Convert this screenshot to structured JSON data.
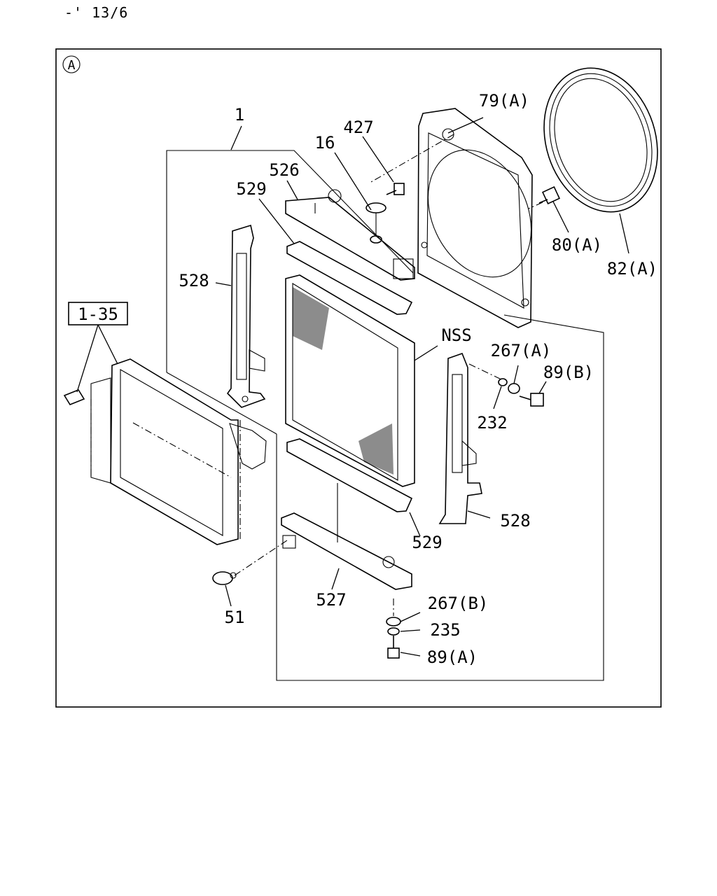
{
  "header": {
    "code": "-' 13/6"
  },
  "diagram": {
    "section_marker": "A",
    "group_box_label": "1-35",
    "labels": {
      "p1": "1",
      "p16": "16",
      "p427": "427",
      "p79a": "79(A)",
      "p526": "526",
      "p529_top": "529",
      "p80a": "80(A)",
      "p82a": "82(A)",
      "p528_left": "528",
      "nss": "NSS",
      "p267a": "267(A)",
      "p89b": "89(B)",
      "p232": "232",
      "p528_right": "528",
      "p529_bottom": "529",
      "p527": "527",
      "p51": "51",
      "p267b": "267(B)",
      "p235": "235",
      "p89a": "89(A)"
    }
  }
}
